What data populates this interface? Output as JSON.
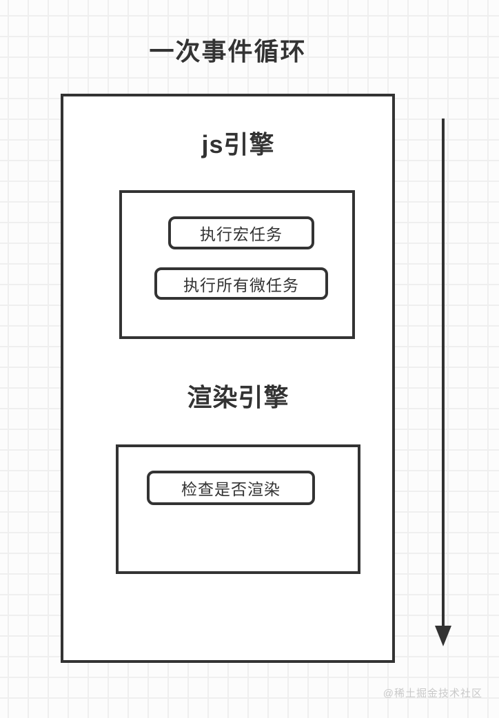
{
  "diagram": {
    "title": "一次事件循环",
    "outer_box": {
      "sections": [
        {
          "heading": "js引擎",
          "steps": [
            "执行宏任务",
            "执行所有微任务"
          ]
        },
        {
          "heading": "渲染引擎",
          "steps": [
            "检查是否渲染"
          ]
        }
      ]
    },
    "arrow": {
      "direction": "down",
      "icon": "down-arrow-icon"
    },
    "watermark": "@稀土掘金技术社区",
    "colors": {
      "stroke": "#333333",
      "background": "#fcfcfc",
      "grid_line": "#efefef",
      "node_fill": "#ffffff",
      "watermark_text": "#c9c9c9"
    }
  }
}
